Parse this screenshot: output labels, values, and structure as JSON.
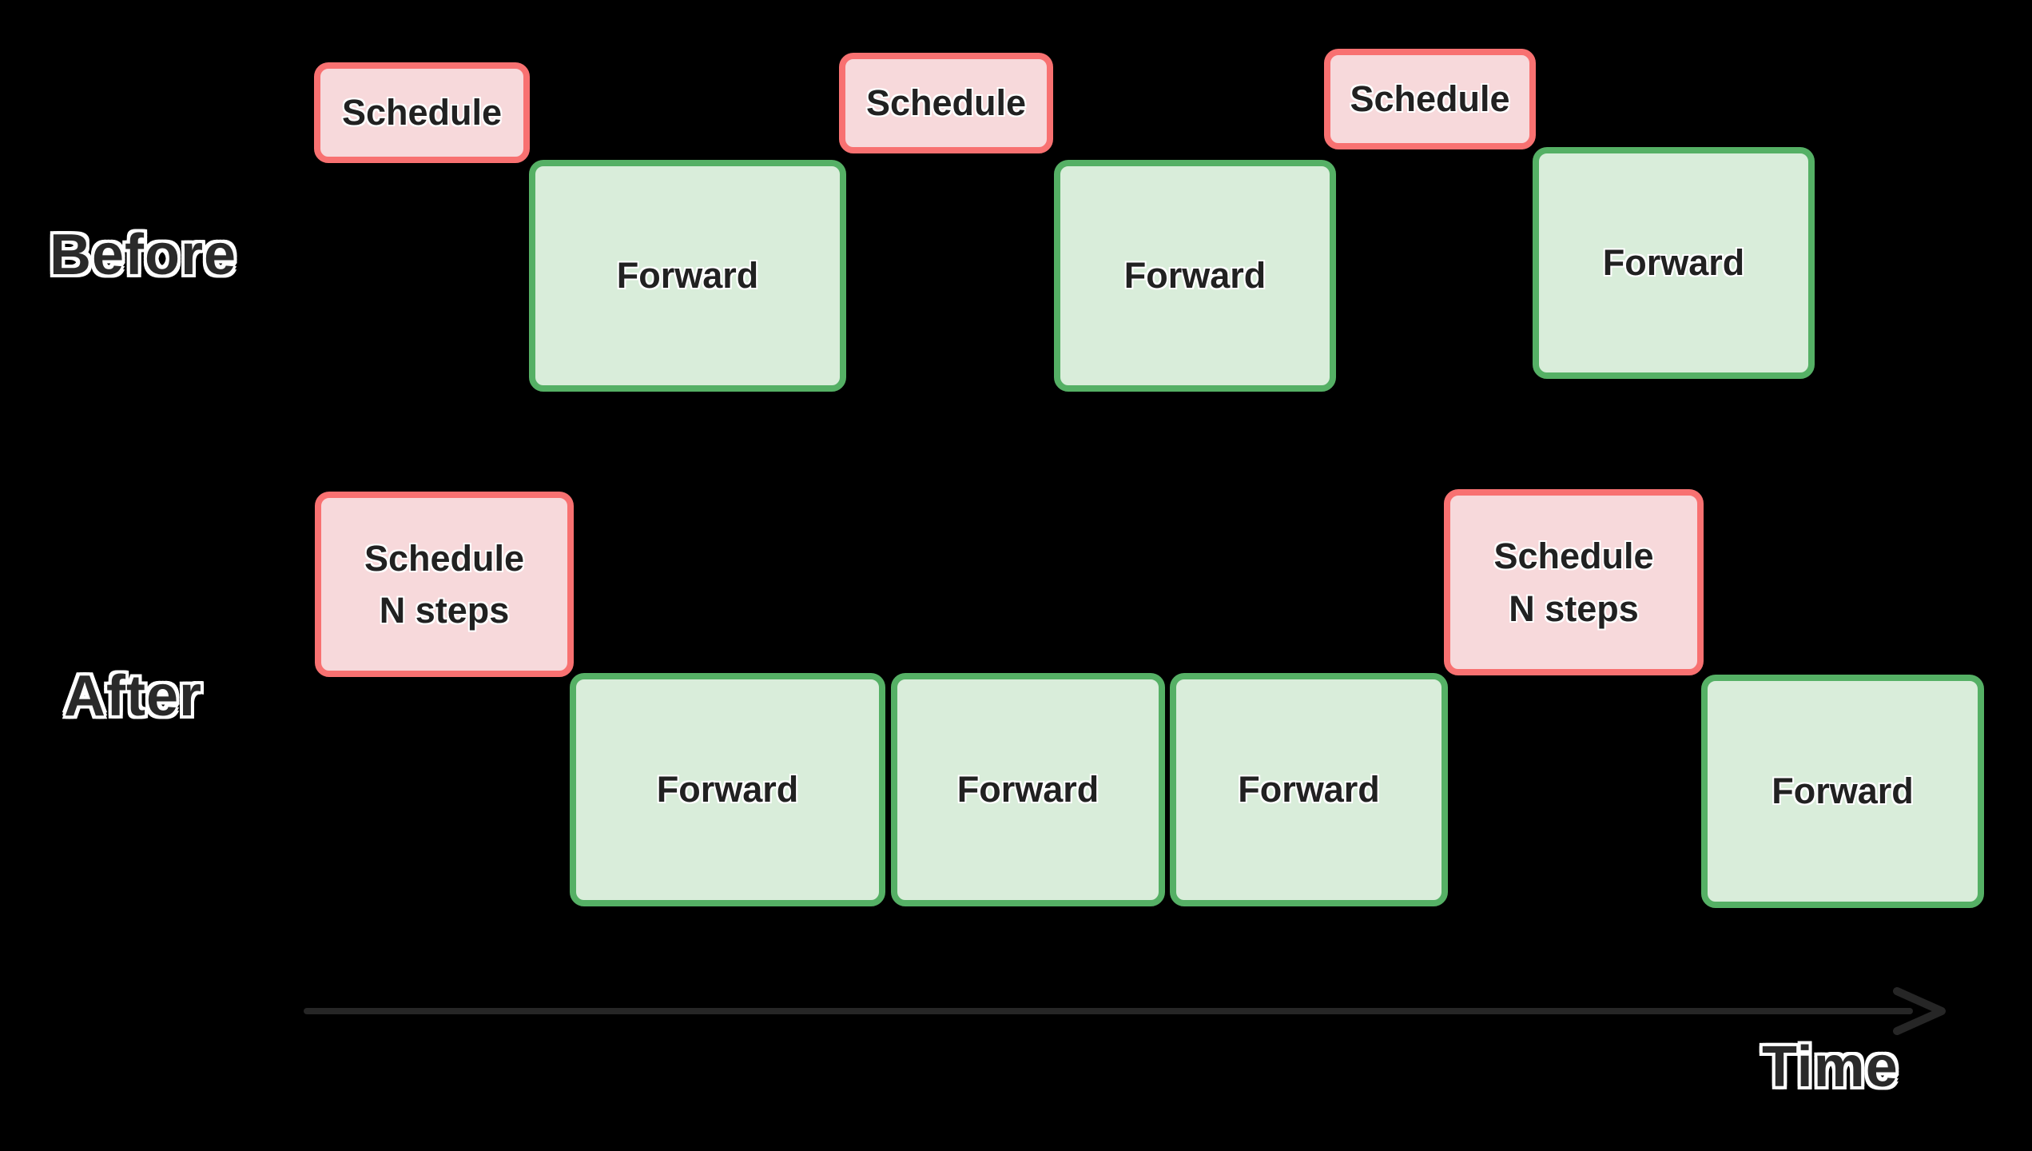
{
  "rows": {
    "before": {
      "label": "Before",
      "items": [
        {
          "type": "schedule",
          "label": "Schedule"
        },
        {
          "type": "forward",
          "label": "Forward"
        },
        {
          "type": "schedule",
          "label": "Schedule"
        },
        {
          "type": "forward",
          "label": "Forward"
        },
        {
          "type": "schedule",
          "label": "Schedule"
        },
        {
          "type": "forward",
          "label": "Forward"
        }
      ]
    },
    "after": {
      "label": "After",
      "items": [
        {
          "type": "schedule",
          "lines": [
            "Schedule",
            "N steps"
          ]
        },
        {
          "type": "forward",
          "label": "Forward"
        },
        {
          "type": "forward",
          "label": "Forward"
        },
        {
          "type": "forward",
          "label": "Forward"
        },
        {
          "type": "schedule",
          "lines": [
            "Schedule",
            "N steps"
          ]
        },
        {
          "type": "forward",
          "label": "Forward"
        }
      ]
    }
  },
  "axis": {
    "label": "Time"
  },
  "colors": {
    "background": "#000000",
    "schedule_fill": "#f7d9db",
    "schedule_border": "#f87171",
    "forward_fill": "#d9edda",
    "forward_border": "#55b065",
    "box_text": "#212121",
    "label_text": "#2a2a2a",
    "outline": "#ffffff",
    "arrow": "#262626"
  }
}
